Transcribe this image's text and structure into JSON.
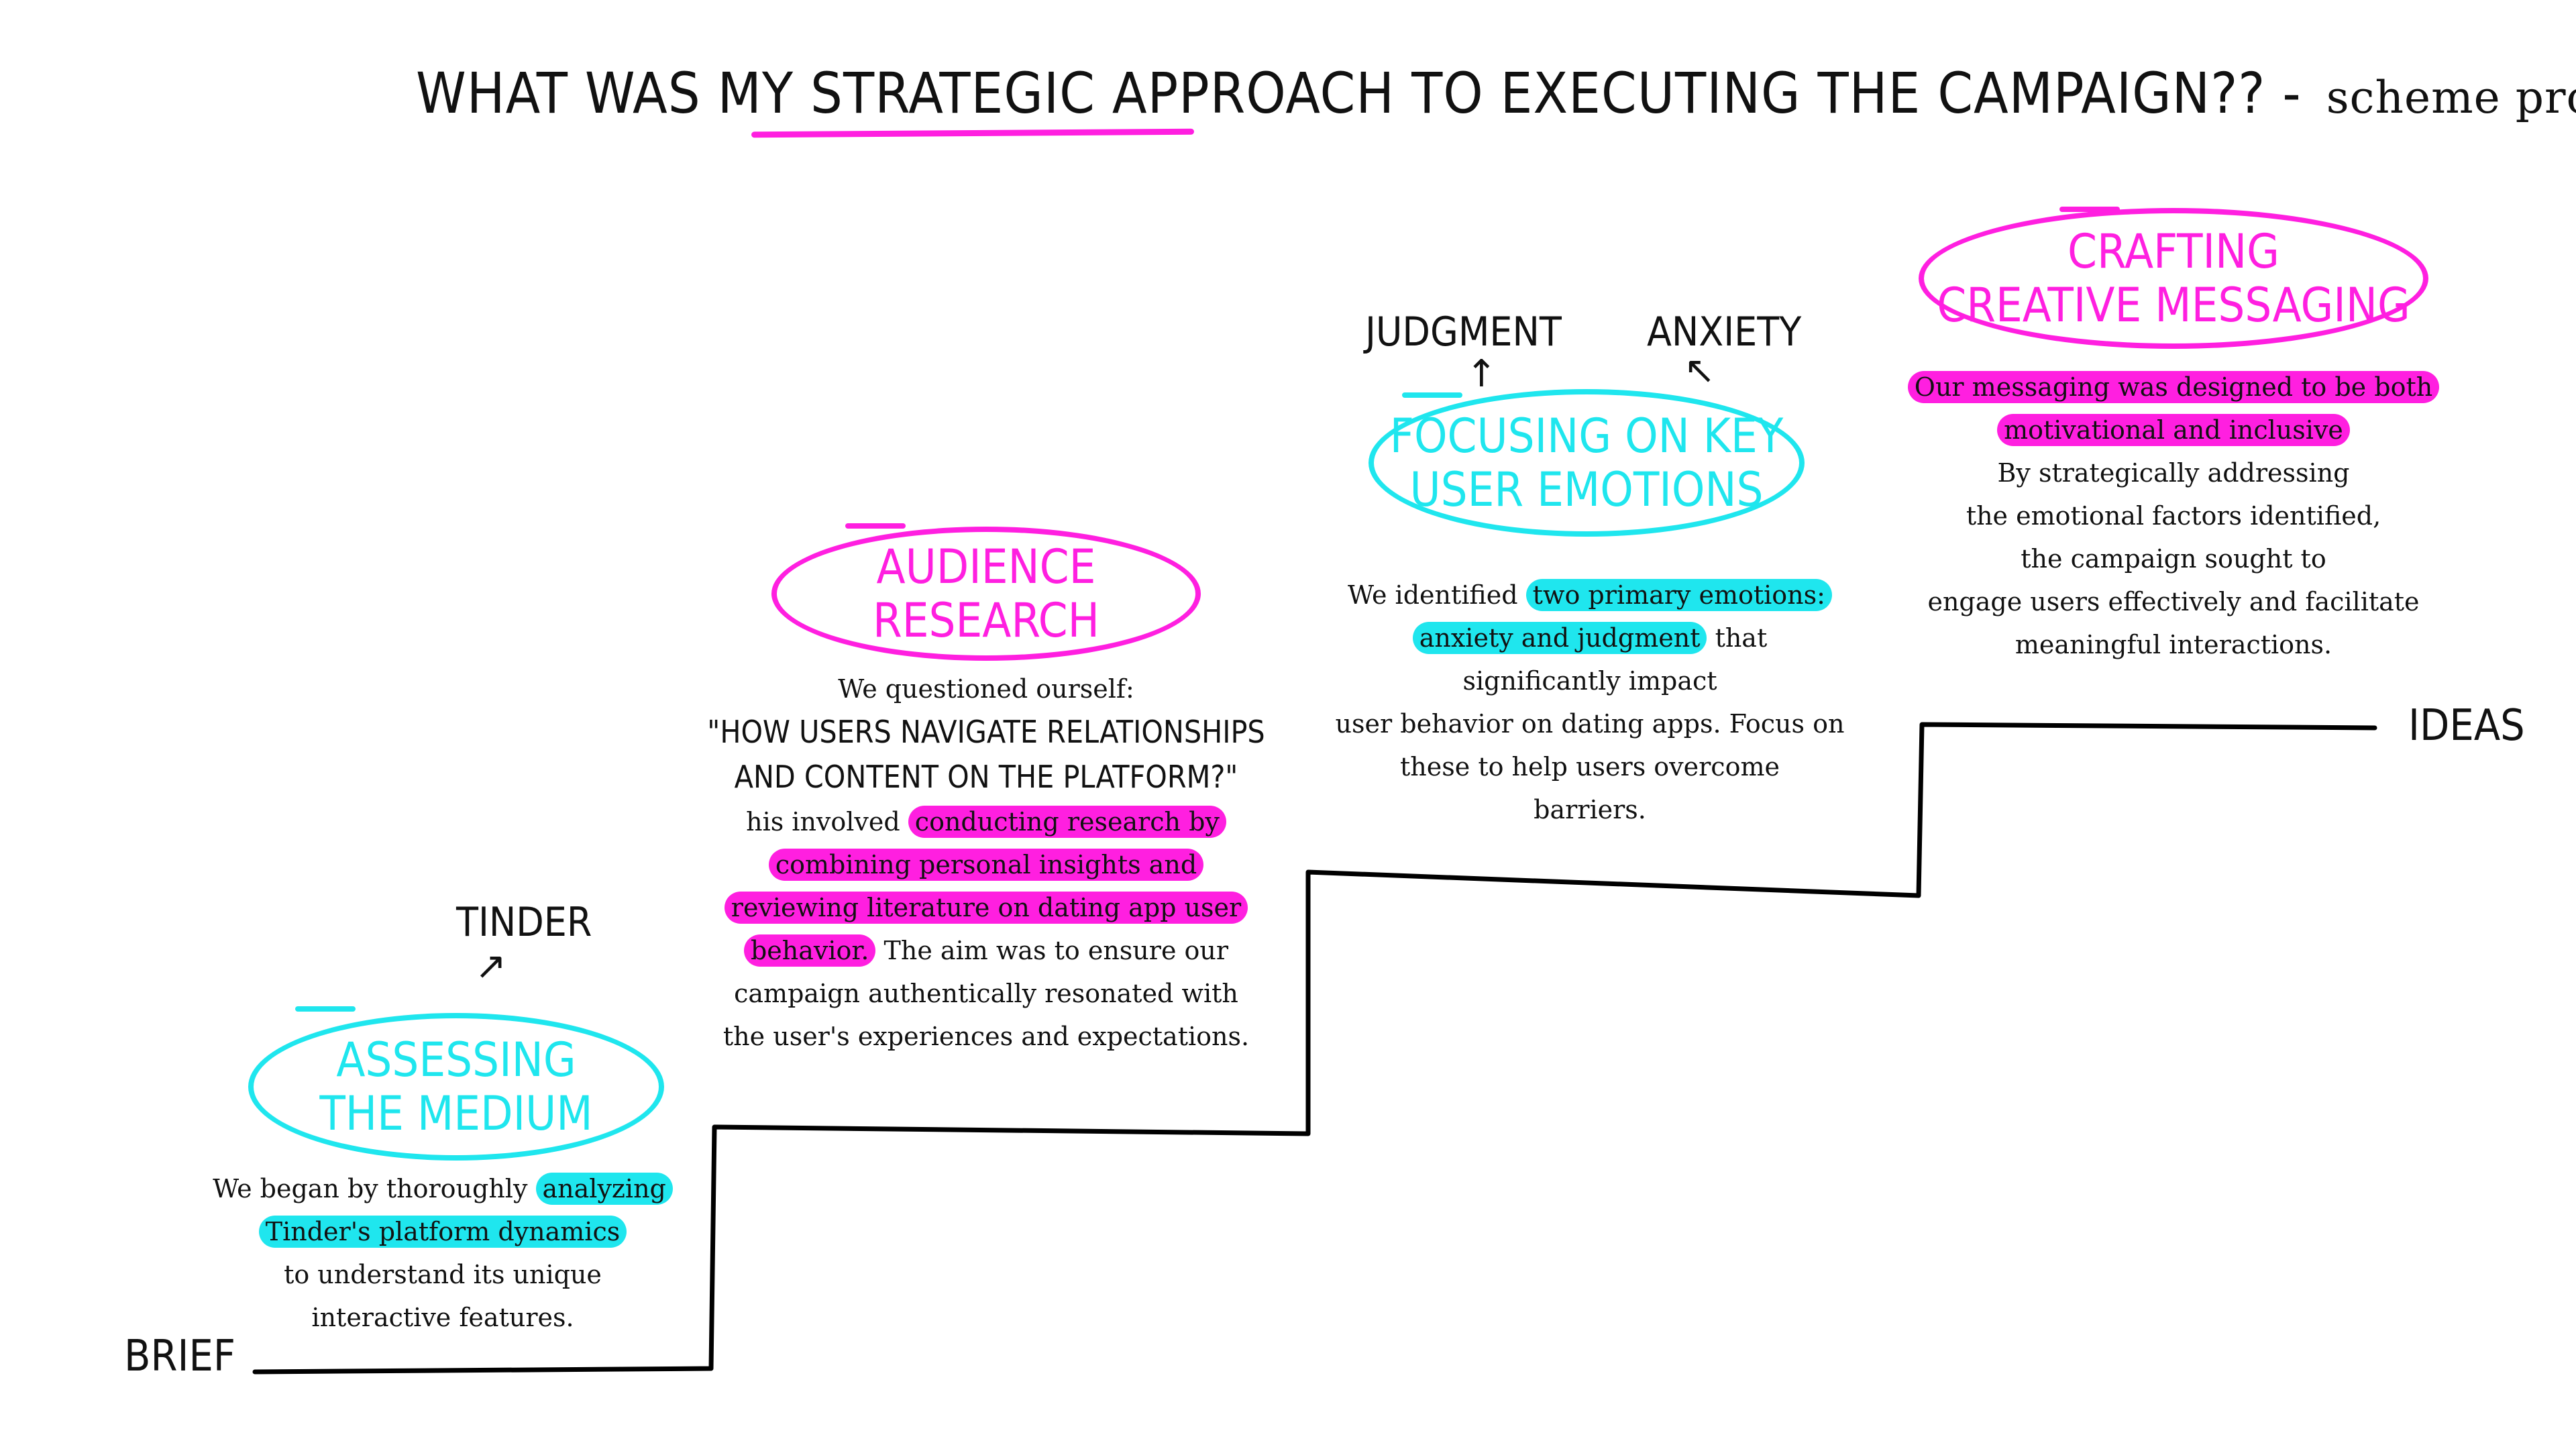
{
  "title": {
    "part1": "WHAT WAS MY ",
    "highlight": "STRATEGIC APPROACH",
    "part2": " TO EXECUTING THE CAMPAIGN?? - ",
    "sub": "scheme process"
  },
  "labels": {
    "start": "BRIEF",
    "end": "IDEAS"
  },
  "steps": [
    {
      "heading_line1": "ASSESSING",
      "heading_line2": "THE MEDIUM",
      "tag": "TINDER",
      "text_a": "We began by thoroughly ",
      "text_hl1": "analyzing",
      "text_hl2": "Tinder's platform dynamics",
      "text_b": "to understand its unique",
      "text_c": "interactive features."
    },
    {
      "heading_line1": "AUDIENCE",
      "heading_line2": "RESEARCH",
      "line1": "We questioned ourself:",
      "quote1": "\"HOW USERS NAVIGATE RELATIONSHIPS",
      "quote2": "AND CONTENT ON THE PLATFORM?\"",
      "line2": "his involved ",
      "hl1": "conducting research by",
      "hl2": "combining personal insights and",
      "hl3": "reviewing literature on dating app user",
      "hl4": "behavior.",
      "line3": " The aim was to ensure our",
      "line4": "campaign authentically resonated with",
      "line5": "the user's experiences and expectations."
    },
    {
      "heading_line1": "FOCUSING ON KEY",
      "heading_line2": "USER EMOTIONS",
      "tag_left": "JUDGMENT",
      "tag_right": "ANXIETY",
      "line1": "We identified ",
      "hl1": "two primary emotions:",
      "hl2": "anxiety and judgment",
      "line2": " that",
      "line3": "significantly impact",
      "line4": "user behavior on dating apps. Focus on",
      "line5": "these to help users overcome",
      "line6": "barriers."
    },
    {
      "heading_line1": "CRAFTING",
      "heading_line2": "CREATIVE MESSAGING",
      "hl1": "Our messaging was designed to be both",
      "hl2": "motivational and inclusive",
      "line1": "By strategically addressing",
      "line2": "the emotional factors identified,",
      "line3": "the campaign sought to",
      "line4": "engage users effectively and facilitate",
      "line5": "meaningful interactions."
    }
  ],
  "colors": {
    "cyan": "#1fe6ee",
    "pink": "#ff1fe0",
    "ink": "#111111"
  }
}
